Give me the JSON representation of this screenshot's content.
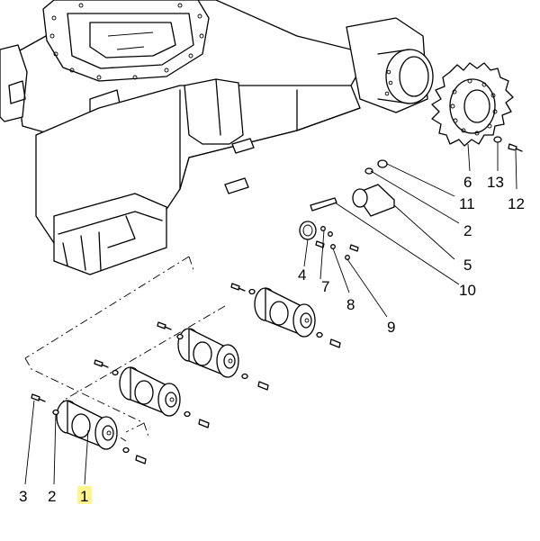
{
  "callouts": [
    {
      "id": "c6",
      "text": "6"
    },
    {
      "id": "c13",
      "text": "13"
    },
    {
      "id": "c12",
      "text": "12"
    },
    {
      "id": "c11",
      "text": "11"
    },
    {
      "id": "c2a",
      "text": "2"
    },
    {
      "id": "c5",
      "text": "5"
    },
    {
      "id": "c10",
      "text": "10"
    },
    {
      "id": "c4",
      "text": "4"
    },
    {
      "id": "c7",
      "text": "7"
    },
    {
      "id": "c8",
      "text": "8"
    },
    {
      "id": "c9",
      "text": "9"
    },
    {
      "id": "c3",
      "text": "3"
    },
    {
      "id": "c2b",
      "text": "2"
    },
    {
      "id": "c1",
      "text": "1"
    }
  ],
  "highlight_color": "#fff27a"
}
